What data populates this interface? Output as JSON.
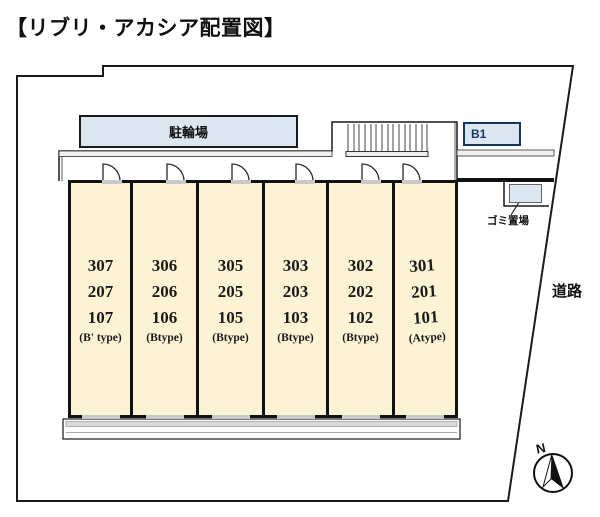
{
  "title": "【リブリ・アカシア配置図】",
  "labels": {
    "bicycle_parking": "駐輪場",
    "b1": "B1",
    "garbage": "ゴミ置場",
    "road": "道路",
    "north": "N"
  },
  "rooms": [
    {
      "floors": [
        "307",
        "207",
        "107"
      ],
      "type": "(B' type)"
    },
    {
      "floors": [
        "306",
        "206",
        "106"
      ],
      "type": "(Btype)"
    },
    {
      "floors": [
        "305",
        "205",
        "105"
      ],
      "type": "(Btype)"
    },
    {
      "floors": [
        "303",
        "203",
        "103"
      ],
      "type": "(Btype)"
    },
    {
      "floors": [
        "302",
        "202",
        "102"
      ],
      "type": "(Btype)"
    },
    {
      "floors": [
        "301",
        "201",
        "101"
      ],
      "type": "(Atype)"
    }
  ],
  "colors": {
    "room_fill": "#FBF3D3",
    "accent_blue": "#DCE6F1",
    "b1_navy": "#17365d",
    "wall_gray": "#F0F0F0",
    "balcony_gray": "#D9D9D9"
  }
}
